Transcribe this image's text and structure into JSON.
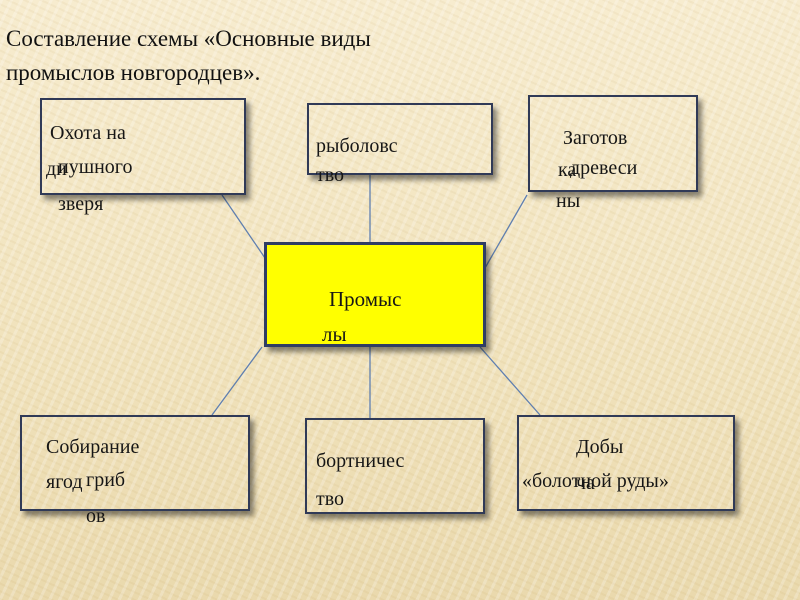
{
  "slide": {
    "title": "Составление схемы «Основные виды\nпромыслов новгородцев».",
    "center": {
      "line1": "Промыс",
      "line2": "лы",
      "fill": "#ffff00"
    },
    "nodes": {
      "hunting": {
        "l1": "Охота  на",
        "l2": "пушного",
        "l2b": "ди",
        "l3": "зверя"
      },
      "fishing": {
        "l1": "рыболовс",
        "l2": "тво"
      },
      "timber": {
        "l1": "Заготов",
        "l2": "древеси",
        "l2b": "ка",
        "l3": "ны"
      },
      "gathering": {
        "l1": "Собирание",
        "l2": "гриб",
        "l2b": "ягод",
        "l3": "ов"
      },
      "beekeeping": {
        "l1": "бортничес",
        "l2": "тво"
      },
      "ore": {
        "l1": "Добы",
        "l2": "«болотной руды»",
        "l2b": "ча"
      }
    }
  }
}
